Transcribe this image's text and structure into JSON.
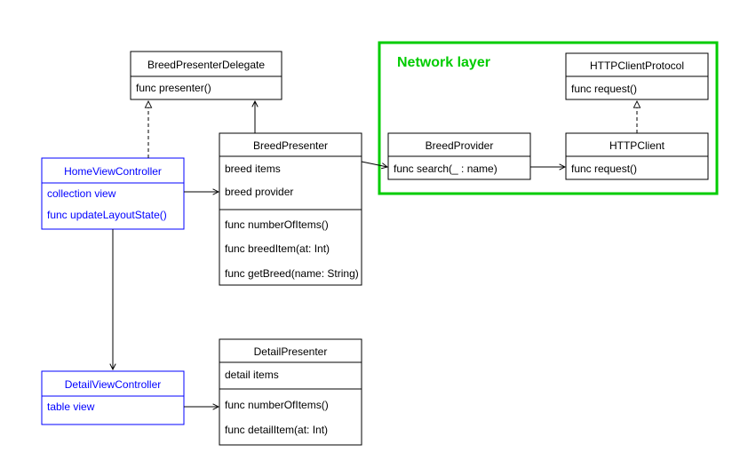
{
  "colors": {
    "default": "#000000",
    "view_controller": "#0000ff",
    "network_group": "#00cc00"
  },
  "network_group": {
    "label": "Network layer"
  },
  "classes": {
    "breed_presenter_delegate": {
      "name": "BreedPresenterDelegate",
      "methods": [
        "func presenter()"
      ]
    },
    "breed_presenter": {
      "name": "BreedPresenter",
      "attributes": [
        "breed items",
        "breed provider"
      ],
      "methods": [
        "func numberOfItems()",
        "func breedItem(at: Int)",
        "func getBreed(name: String)"
      ]
    },
    "home_view_controller": {
      "name": "HomeViewController",
      "attributes": [
        "collection view",
        "func updateLayoutState()"
      ]
    },
    "breed_provider": {
      "name": "BreedProvider",
      "methods": [
        "func search(_ : name)"
      ]
    },
    "http_client_protocol": {
      "name": "HTTPClientProtocol",
      "methods": [
        "func request()"
      ]
    },
    "http_client": {
      "name": "HTTPClient",
      "methods": [
        "func request()"
      ]
    },
    "detail_presenter": {
      "name": "DetailPresenter",
      "attributes": [
        "detail items"
      ],
      "methods": [
        "func numberOfItems()",
        "func detailItem(at: Int)"
      ]
    },
    "detail_view_controller": {
      "name": "DetailViewController",
      "attributes": [
        "table view"
      ]
    }
  }
}
